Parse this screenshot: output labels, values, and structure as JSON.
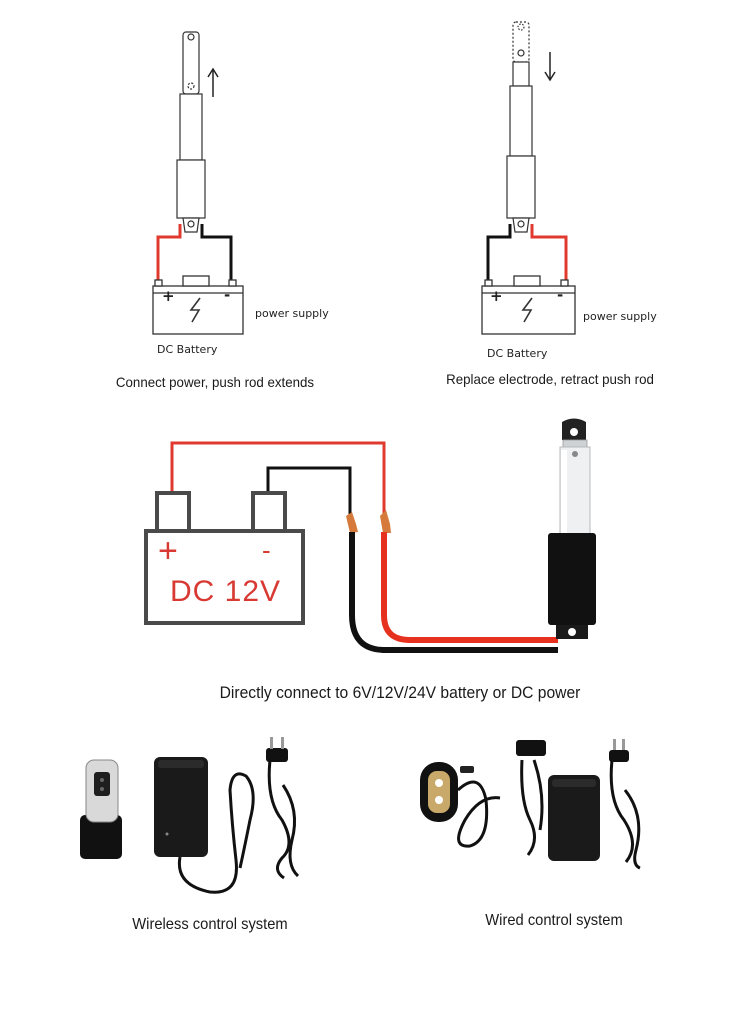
{
  "top_left": {
    "battery_label": "DC Battery",
    "supply_label": "power supply",
    "caption": "Connect power, push rod extends",
    "plus": "+",
    "minus": "-"
  },
  "top_right": {
    "battery_label": "DC Battery",
    "supply_label": "power supply",
    "caption": "Replace electrode, retract push rod",
    "plus": "+",
    "minus": "-"
  },
  "middle": {
    "battery_plus": "+",
    "battery_minus": "-",
    "battery_voltage": "DC 12V",
    "caption": "Directly connect to 6V/12V/24V battery or DC power"
  },
  "bottom": {
    "wireless_caption": "Wireless control system",
    "wired_caption": "Wired control system"
  },
  "colors": {
    "red_wire": "#e03a2f",
    "black_wire": "#111111",
    "battery_outline": "#4a4a4a",
    "battery_text": "#d83a33"
  }
}
